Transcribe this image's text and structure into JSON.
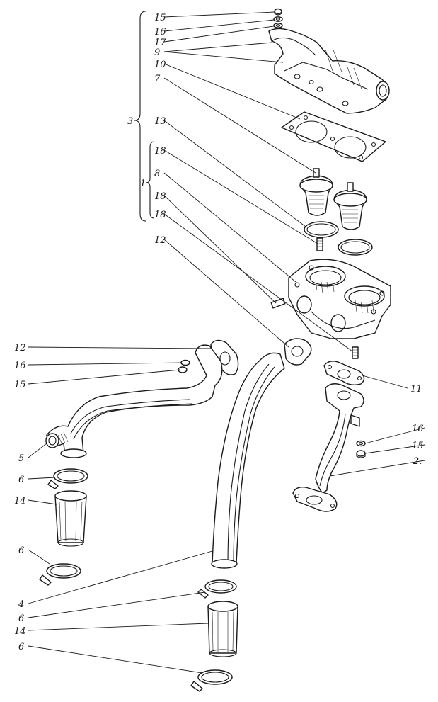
{
  "labels": {
    "l15a": "15",
    "l16a": "16",
    "l17": "17",
    "l9": "9",
    "l10": "10",
    "l7": "7",
    "l3": "3",
    "l13": "13",
    "l18a": "18",
    "l1": "1",
    "l8": "8",
    "l18b": "18",
    "l18c": "18",
    "l12a": "12",
    "l12b": "12",
    "l16b": "16",
    "l15b": "15",
    "l11": "11",
    "l5": "5",
    "l16c": "16",
    "l15c": "15",
    "l2": "2.",
    "l6a": "6",
    "l14a": "14",
    "l6b": "6",
    "l4": "4",
    "l6c": "6",
    "l14b": "14",
    "l6d": "6"
  }
}
